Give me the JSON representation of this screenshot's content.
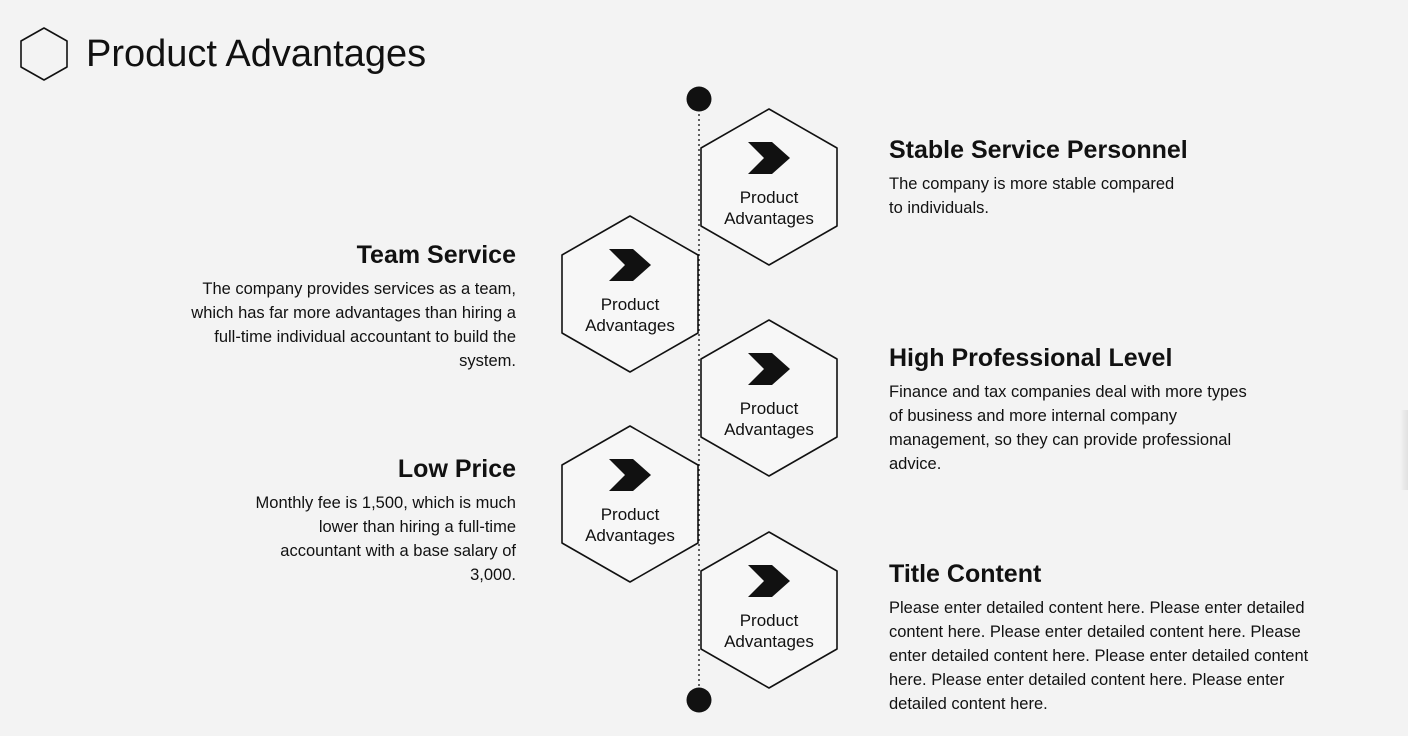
{
  "header": {
    "title": "Product Advantages",
    "icon": "hexagon-outline-icon"
  },
  "hexagons": [
    {
      "label": "Product Advantages",
      "icon": "arrow-right-icon"
    },
    {
      "label": "Product Advantages",
      "icon": "arrow-right-icon"
    },
    {
      "label": "Product Advantages",
      "icon": "arrow-right-icon"
    },
    {
      "label": "Product Advantages",
      "icon": "arrow-right-icon"
    },
    {
      "label": "Product Advantages",
      "icon": "arrow-right-icon"
    }
  ],
  "items": [
    {
      "title": "Stable Service Personnel",
      "body": "The company is more stable compared to individuals."
    },
    {
      "title": "Team Service",
      "body": "The company provides services as a team, which has far more advantages than hiring a full-time individual accountant to build the system."
    },
    {
      "title": "High Professional Level",
      "body": "Finance and tax companies deal with more types of business and more internal company management, so they can provide professional advice."
    },
    {
      "title": "Low Price",
      "body": "Monthly fee is 1,500, which is much lower than hiring a full-time accountant with a base salary of 3,000."
    },
    {
      "title": "Title Content",
      "body": "Please enter detailed content here. Please enter detailed content here. Please enter detailed content here. Please enter detailed content here. Please enter detailed content here. Please enter detailed content here. Please enter detailed content here."
    }
  ],
  "colors": {
    "background": "#f3f3f3",
    "ink": "#111111",
    "hex_fill": "#f7f7f7"
  }
}
